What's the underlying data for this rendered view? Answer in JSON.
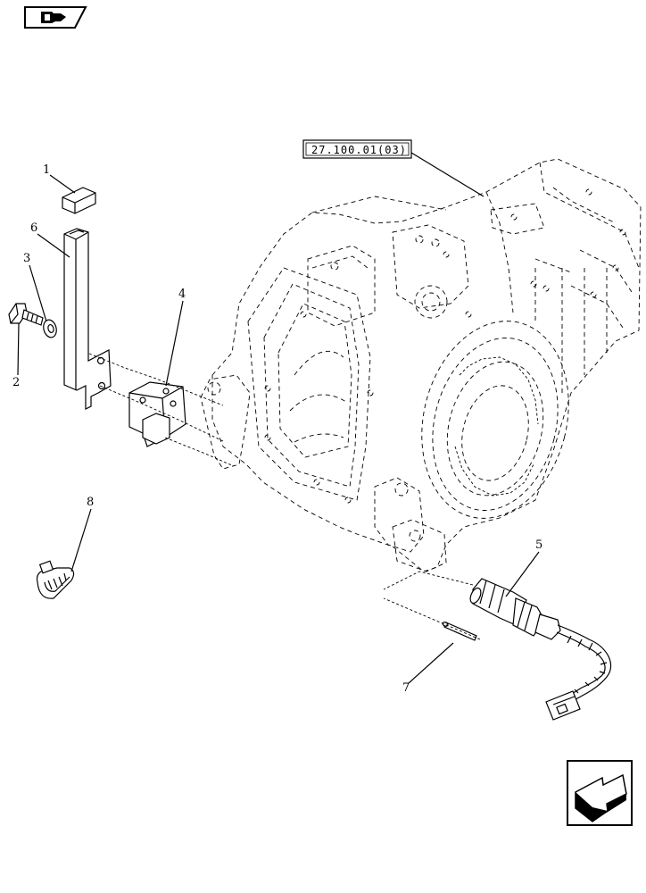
{
  "reference_box": "27.100.01(03)",
  "callouts": [
    {
      "id": "1",
      "text": "1"
    },
    {
      "id": "2",
      "text": "2"
    },
    {
      "id": "3",
      "text": "3"
    },
    {
      "id": "4",
      "text": "4"
    },
    {
      "id": "5",
      "text": "5"
    },
    {
      "id": "6",
      "text": "6"
    },
    {
      "id": "7",
      "text": "7"
    },
    {
      "id": "8",
      "text": "8"
    }
  ],
  "icons": {
    "top_left": "book-icon",
    "bottom_right": "next-page-arrow-icon"
  }
}
